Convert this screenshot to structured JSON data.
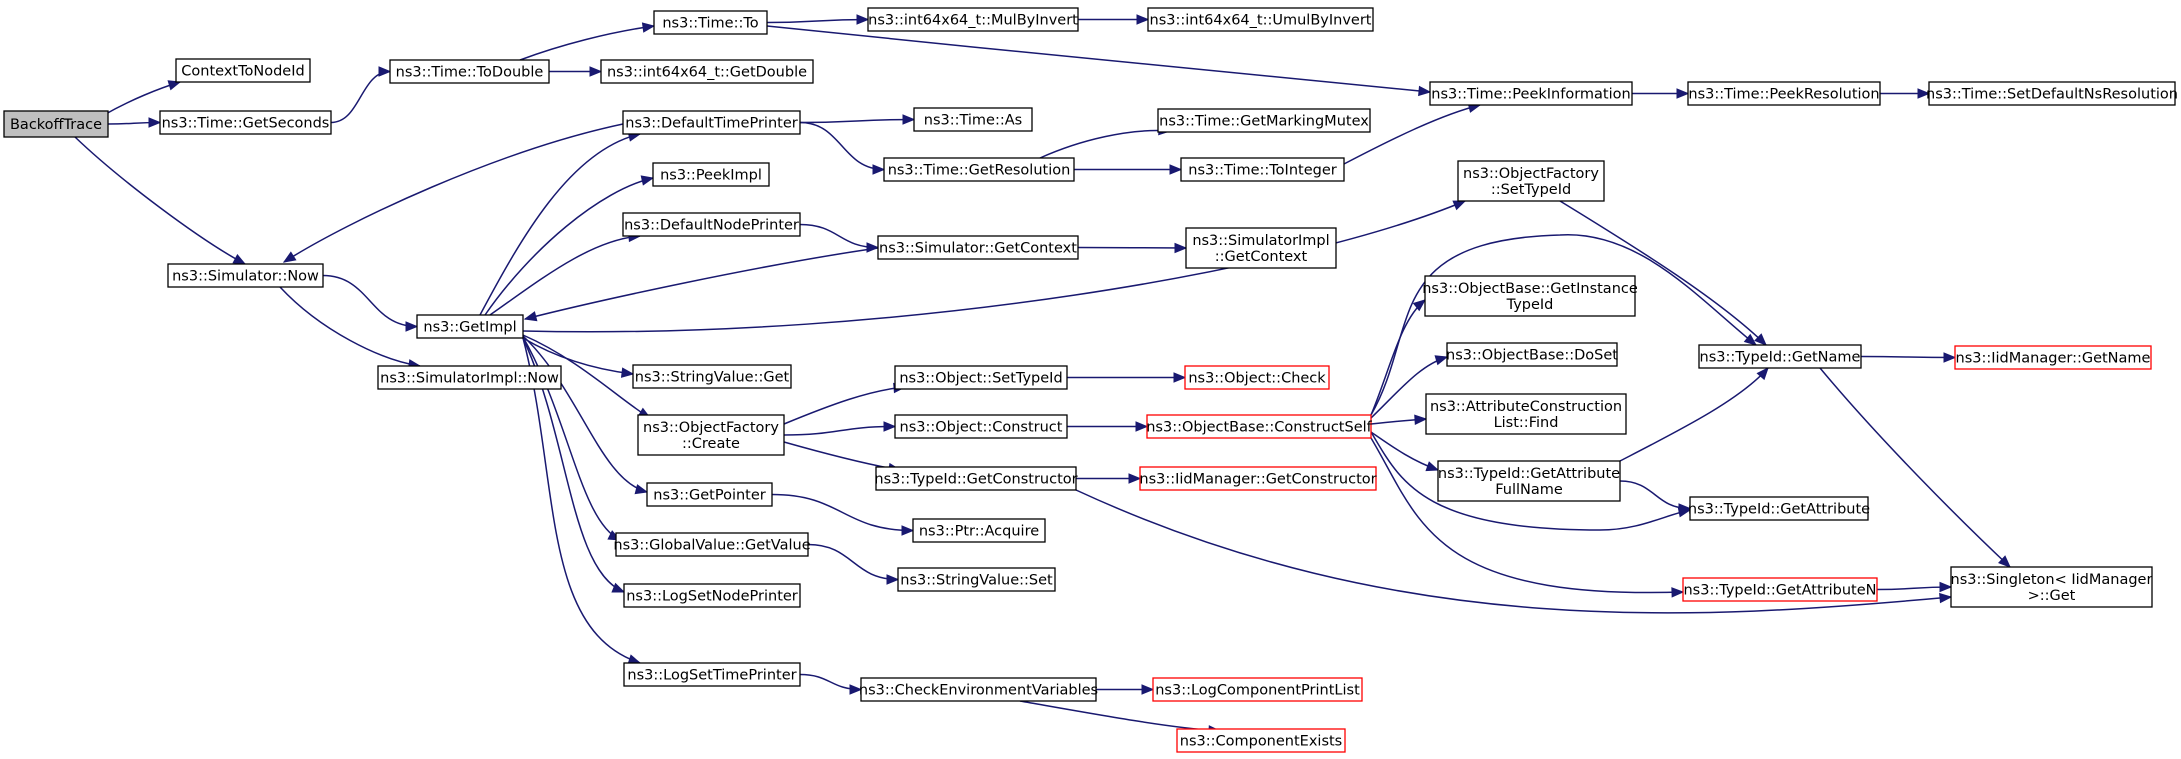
{
  "colors": {
    "edge": "#191970",
    "node_border": "#000000",
    "truncated_border": "#ff0000",
    "root_fill": "#bfbfbf",
    "node_fill": "#ffffff"
  },
  "nodes": [
    {
      "id": "backoff",
      "lines": [
        "BackoffTrace"
      ],
      "root": true
    },
    {
      "id": "ctxnode",
      "lines": [
        "ContextToNodeId"
      ]
    },
    {
      "id": "getsec",
      "lines": [
        "ns3::Time::GetSeconds"
      ]
    },
    {
      "id": "todouble",
      "lines": [
        "ns3::Time::ToDouble"
      ]
    },
    {
      "id": "timeto",
      "lines": [
        "ns3::Time::To"
      ]
    },
    {
      "id": "getdouble",
      "lines": [
        "ns3::int64x64_t::GetDouble"
      ]
    },
    {
      "id": "mulbyinv",
      "lines": [
        "ns3::int64x64_t::MulByInvert"
      ]
    },
    {
      "id": "umulbyinv",
      "lines": [
        "ns3::int64x64_t::UmulByInvert"
      ]
    },
    {
      "id": "peekinfo",
      "lines": [
        "ns3::Time::PeekInformation"
      ]
    },
    {
      "id": "peekres",
      "lines": [
        "ns3::Time::PeekResolution"
      ]
    },
    {
      "id": "setdefns",
      "lines": [
        "ns3::Time::SetDefaultNsResolution"
      ]
    },
    {
      "id": "deftime",
      "lines": [
        "ns3::DefaultTimePrinter"
      ]
    },
    {
      "id": "timeas",
      "lines": [
        "ns3::Time::As"
      ]
    },
    {
      "id": "getres",
      "lines": [
        "ns3::Time::GetResolution"
      ]
    },
    {
      "id": "getmutex",
      "lines": [
        "ns3::Time::GetMarkingMutex"
      ]
    },
    {
      "id": "tointeger",
      "lines": [
        "ns3::Time::ToInteger"
      ]
    },
    {
      "id": "peekimpl",
      "lines": [
        "ns3::PeekImpl"
      ]
    },
    {
      "id": "defnode",
      "lines": [
        "ns3::DefaultNodePrinter"
      ]
    },
    {
      "id": "simgetctx",
      "lines": [
        "ns3::Simulator::GetContext"
      ]
    },
    {
      "id": "simimplctx",
      "lines": [
        "ns3::SimulatorImpl",
        "::GetContext"
      ]
    },
    {
      "id": "simnow",
      "lines": [
        "ns3::Simulator::Now"
      ]
    },
    {
      "id": "getimpl",
      "lines": [
        "ns3::GetImpl"
      ]
    },
    {
      "id": "simimplnow",
      "lines": [
        "ns3::SimulatorImpl::Now"
      ]
    },
    {
      "id": "ofsettype",
      "lines": [
        "ns3::ObjectFactory",
        "::SetTypeId"
      ]
    },
    {
      "id": "getinst",
      "lines": [
        "ns3::ObjectBase::GetInstance",
        "TypeId"
      ]
    },
    {
      "id": "strget",
      "lines": [
        "ns3::StringValue::Get"
      ]
    },
    {
      "id": "objsettype",
      "lines": [
        "ns3::Object::SetTypeId"
      ]
    },
    {
      "id": "objcheck",
      "lines": [
        "ns3::Object::Check"
      ],
      "truncated": true
    },
    {
      "id": "doset",
      "lines": [
        "ns3::ObjectBase::DoSet"
      ]
    },
    {
      "id": "tidname",
      "lines": [
        "ns3::TypeId::GetName"
      ]
    },
    {
      "id": "iidname",
      "lines": [
        "ns3::IidManager::GetName"
      ],
      "truncated": true
    },
    {
      "id": "ofcreate",
      "lines": [
        "ns3::ObjectFactory",
        "::Create"
      ]
    },
    {
      "id": "objconstruct",
      "lines": [
        "ns3::Object::Construct"
      ]
    },
    {
      "id": "constructself",
      "lines": [
        "ns3::ObjectBase::ConstructSelf"
      ],
      "truncated": true
    },
    {
      "id": "attrfind",
      "lines": [
        "ns3::AttributeConstruction",
        "List::Find"
      ]
    },
    {
      "id": "getctor",
      "lines": [
        "ns3::TypeId::GetConstructor"
      ]
    },
    {
      "id": "iidctor",
      "lines": [
        "ns3::IidManager::GetConstructor"
      ],
      "truncated": true
    },
    {
      "id": "attrfull",
      "lines": [
        "ns3::TypeId::GetAttribute",
        "FullName"
      ]
    },
    {
      "id": "getattr",
      "lines": [
        "ns3::TypeId::GetAttribute"
      ]
    },
    {
      "id": "getptr",
      "lines": [
        "ns3::GetPointer"
      ]
    },
    {
      "id": "acquire",
      "lines": [
        "ns3::Ptr::Acquire"
      ]
    },
    {
      "id": "gvget",
      "lines": [
        "ns3::GlobalValue::GetValue"
      ]
    },
    {
      "id": "strset",
      "lines": [
        "ns3::StringValue::Set"
      ]
    },
    {
      "id": "attrn",
      "lines": [
        "ns3::TypeId::GetAttributeN"
      ],
      "truncated": true
    },
    {
      "id": "singleton",
      "lines": [
        "ns3::Singleton< IidManager",
        " >::Get"
      ]
    },
    {
      "id": "lognode",
      "lines": [
        "ns3::LogSetNodePrinter"
      ]
    },
    {
      "id": "logtime",
      "lines": [
        "ns3::LogSetTimePrinter"
      ]
    },
    {
      "id": "checkenv",
      "lines": [
        "ns3::CheckEnvironmentVariables"
      ]
    },
    {
      "id": "printlist",
      "lines": [
        "ns3::LogComponentPrintList"
      ],
      "truncated": true
    },
    {
      "id": "compexists",
      "lines": [
        "ns3::ComponentExists"
      ],
      "truncated": true
    }
  ],
  "edges": [
    [
      "backoff",
      "ctxnode"
    ],
    [
      "backoff",
      "getsec"
    ],
    [
      "backoff",
      "simnow"
    ],
    [
      "getsec",
      "todouble"
    ],
    [
      "todouble",
      "timeto"
    ],
    [
      "todouble",
      "getdouble"
    ],
    [
      "timeto",
      "mulbyinv"
    ],
    [
      "timeto",
      "peekinfo"
    ],
    [
      "mulbyinv",
      "umulbyinv"
    ],
    [
      "peekinfo",
      "peekres"
    ],
    [
      "peekres",
      "setdefns"
    ],
    [
      "simnow",
      "getimpl"
    ],
    [
      "simnow",
      "simimplnow"
    ],
    [
      "getimpl",
      "deftime"
    ],
    [
      "getimpl",
      "peekimpl"
    ],
    [
      "getimpl",
      "defnode"
    ],
    [
      "getimpl",
      "strget"
    ],
    [
      "getimpl",
      "ofcreate"
    ],
    [
      "getimpl",
      "getptr"
    ],
    [
      "getimpl",
      "gvget"
    ],
    [
      "getimpl",
      "lognode"
    ],
    [
      "getimpl",
      "logtime"
    ],
    [
      "getimpl",
      "ofsettype"
    ],
    [
      "deftime",
      "timeas"
    ],
    [
      "deftime",
      "getres"
    ],
    [
      "deftime",
      "simnow"
    ],
    [
      "getres",
      "getmutex"
    ],
    [
      "getres",
      "tointeger"
    ],
    [
      "tointeger",
      "peekinfo"
    ],
    [
      "defnode",
      "simgetctx"
    ],
    [
      "simgetctx",
      "simimplctx"
    ],
    [
      "simgetctx",
      "getimpl"
    ],
    [
      "ofsettype",
      "tidname"
    ],
    [
      "ofcreate",
      "objsettype"
    ],
    [
      "ofcreate",
      "objconstruct"
    ],
    [
      "ofcreate",
      "getctor"
    ],
    [
      "objsettype",
      "objcheck"
    ],
    [
      "objconstruct",
      "constructself"
    ],
    [
      "constructself",
      "getinst"
    ],
    [
      "constructself",
      "doset"
    ],
    [
      "constructself",
      "attrfind"
    ],
    [
      "constructself",
      "attrfull"
    ],
    [
      "constructself",
      "getattr"
    ],
    [
      "constructself",
      "attrn"
    ],
    [
      "constructself",
      "tidname"
    ],
    [
      "attrfull",
      "tidname"
    ],
    [
      "attrfull",
      "getattr"
    ],
    [
      "tidname",
      "iidname"
    ],
    [
      "tidname",
      "singleton"
    ],
    [
      "getctor",
      "iidctor"
    ],
    [
      "getctor",
      "singleton"
    ],
    [
      "attrn",
      "singleton"
    ],
    [
      "getptr",
      "acquire"
    ],
    [
      "gvget",
      "strset"
    ],
    [
      "logtime",
      "checkenv"
    ],
    [
      "checkenv",
      "printlist"
    ],
    [
      "checkenv",
      "compexists"
    ]
  ]
}
